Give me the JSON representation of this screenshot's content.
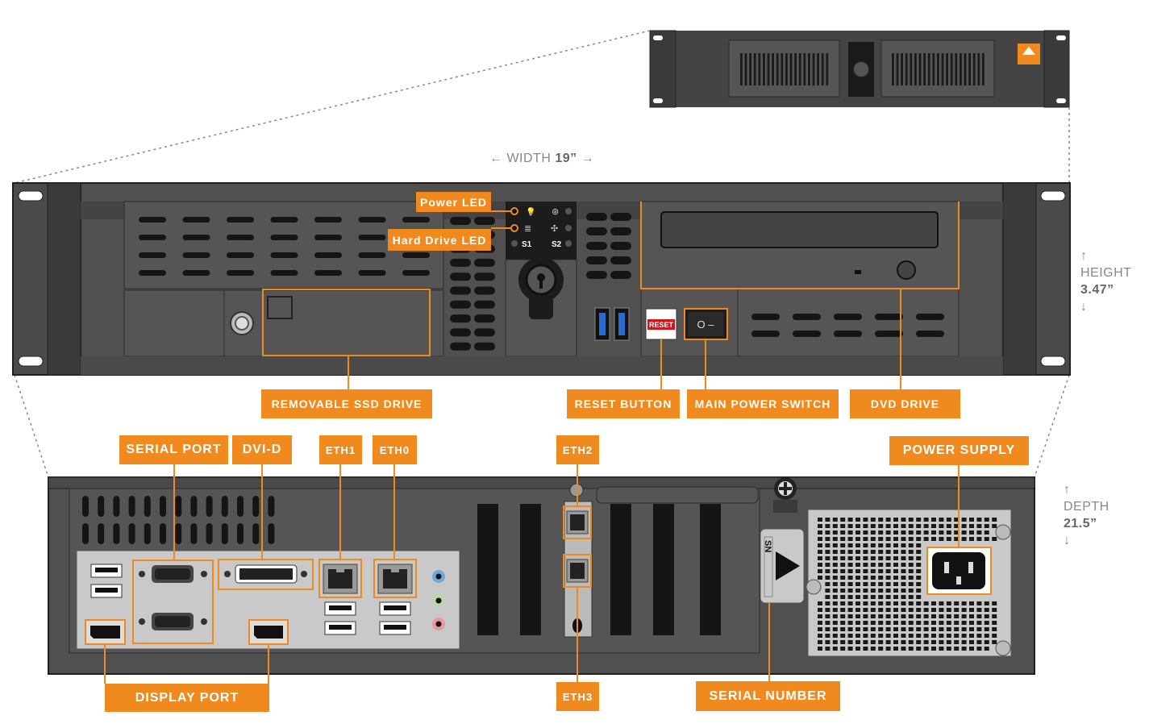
{
  "dimensions": {
    "width": {
      "label": "WIDTH",
      "value": "19”"
    },
    "height": {
      "label": "HEIGHT",
      "value": "3.47”"
    },
    "depth": {
      "label": "DEPTH",
      "value": "21.5”"
    },
    "arrows": {
      "left": "←",
      "right": "→",
      "up": "↑",
      "down": "↓"
    }
  },
  "front_panel": {
    "led_labels": {
      "s1": "S1",
      "s2": "S2"
    },
    "reset_text": "RESET",
    "switch_text": "O –",
    "disc_button_mark": "–"
  },
  "callouts": {
    "power_led": "Power LED",
    "hard_drive_led": "Hard Drive LED",
    "removable_ssd": "REMOVABLE SSD DRIVE",
    "reset_button": "RESET BUTTON",
    "main_power_switch": "MAIN POWER SWITCH",
    "dvd_drive": "DVD DRIVE",
    "serial_port": "SERIAL PORT",
    "dvi_d": "DVI-D",
    "eth1": "ETH1",
    "eth0": "ETH0",
    "eth2": "ETH2",
    "eth3": "ETH3",
    "power_supply": "POWER SUPPLY",
    "display_port": "DISPLAY PORT",
    "serial_number": "SERIAL NUMBER"
  },
  "back_panel": {
    "sn_tag": "SN"
  },
  "colors": {
    "accent": "#f08a1e",
    "chassis": "#505050",
    "chassis_dark": "#3c3c3c",
    "vent": "#1a1a1a",
    "dimension_text": "#888888"
  }
}
